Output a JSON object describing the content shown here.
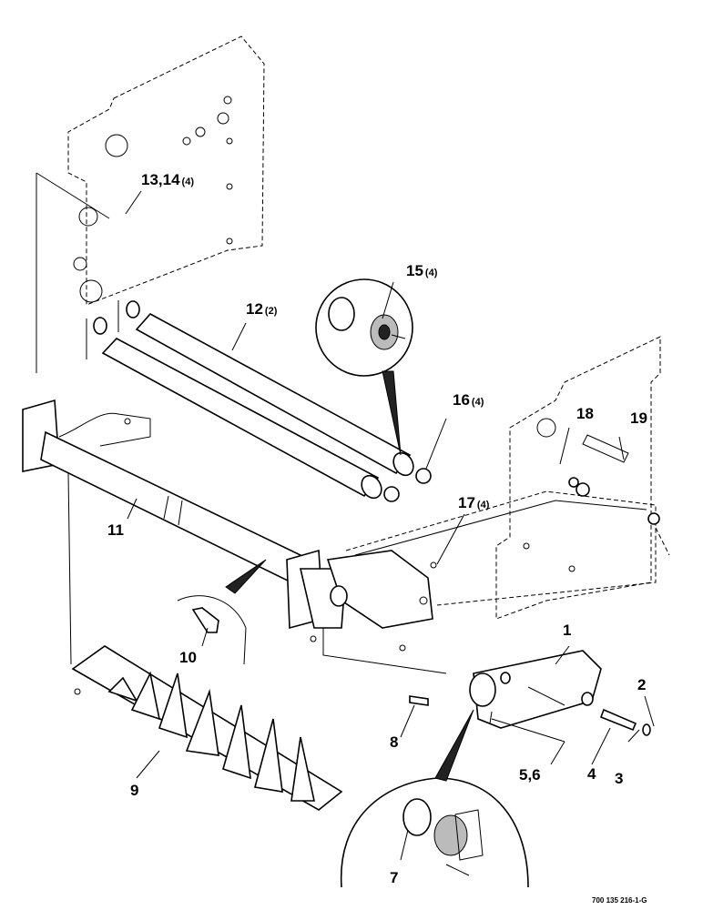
{
  "diagram": {
    "reference_code": "700 135 216-1-G",
    "callouts": [
      {
        "text": "1",
        "qty": ""
      },
      {
        "text": "2",
        "qty": ""
      },
      {
        "text": "3",
        "qty": ""
      },
      {
        "text": "4",
        "qty": ""
      },
      {
        "text": "5,6",
        "qty": ""
      },
      {
        "text": "7",
        "qty": ""
      },
      {
        "text": "8",
        "qty": ""
      },
      {
        "text": "9",
        "qty": ""
      },
      {
        "text": "10",
        "qty": ""
      },
      {
        "text": "11",
        "qty": ""
      },
      {
        "text": "12",
        "qty": "(2)"
      },
      {
        "text": "13,14",
        "qty": "(4)"
      },
      {
        "text": "15",
        "qty": "(4)"
      },
      {
        "text": "16",
        "qty": "(4)"
      },
      {
        "text": "17",
        "qty": "(4)"
      },
      {
        "text": "18",
        "qty": ""
      },
      {
        "text": "19",
        "qty": ""
      }
    ]
  }
}
